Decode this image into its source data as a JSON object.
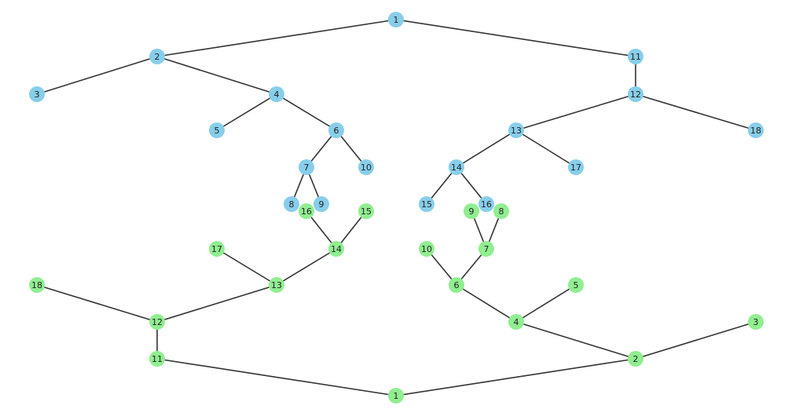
{
  "colors": {
    "tree_a": "#87ceeb",
    "tree_b": "#90ee90",
    "edge": "#333333"
  },
  "trees": [
    {
      "id": "a",
      "nodes": [
        "1",
        "2",
        "3",
        "4",
        "5",
        "6",
        "7",
        "8",
        "9",
        "10",
        "11",
        "12",
        "13",
        "14",
        "15",
        "16",
        "17",
        "18"
      ],
      "edges": [
        [
          "1",
          "2"
        ],
        [
          "1",
          "11"
        ],
        [
          "2",
          "3"
        ],
        [
          "2",
          "4"
        ],
        [
          "4",
          "5"
        ],
        [
          "4",
          "6"
        ],
        [
          "6",
          "7"
        ],
        [
          "6",
          "10"
        ],
        [
          "7",
          "8"
        ],
        [
          "7",
          "9"
        ],
        [
          "11",
          "12"
        ],
        [
          "12",
          "13"
        ],
        [
          "12",
          "18"
        ],
        [
          "13",
          "14"
        ],
        [
          "13",
          "17"
        ],
        [
          "14",
          "15"
        ],
        [
          "14",
          "16"
        ]
      ]
    },
    {
      "id": "b",
      "nodes": [
        "1",
        "2",
        "3",
        "4",
        "5",
        "6",
        "7",
        "8",
        "9",
        "10",
        "11",
        "12",
        "13",
        "14",
        "15",
        "16",
        "17",
        "18"
      ],
      "edges": [
        [
          "1",
          "11"
        ],
        [
          "1",
          "2"
        ],
        [
          "11",
          "12"
        ],
        [
          "12",
          "18"
        ],
        [
          "12",
          "13"
        ],
        [
          "13",
          "17"
        ],
        [
          "13",
          "14"
        ],
        [
          "14",
          "16"
        ],
        [
          "14",
          "15"
        ],
        [
          "2",
          "3"
        ],
        [
          "2",
          "4"
        ],
        [
          "4",
          "5"
        ],
        [
          "4",
          "6"
        ],
        [
          "6",
          "10"
        ],
        [
          "6",
          "7"
        ],
        [
          "7",
          "9"
        ],
        [
          "7",
          "8"
        ]
      ]
    }
  ]
}
